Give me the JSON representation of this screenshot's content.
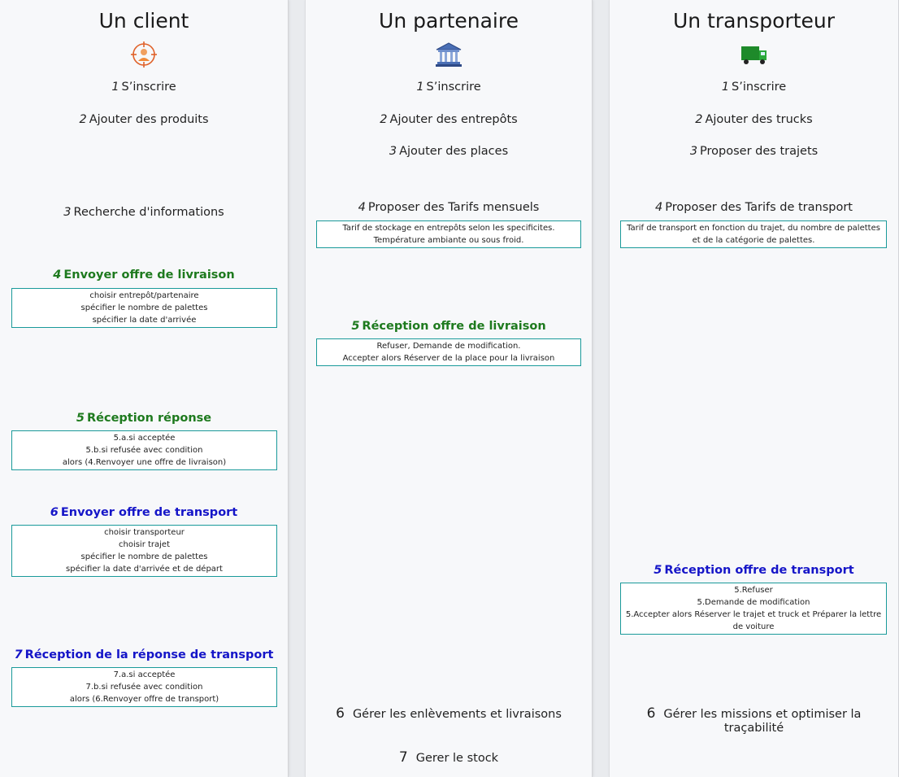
{
  "columns": {
    "client": {
      "title": "Un client",
      "icon": "target-person-icon",
      "steps": [
        {
          "num": "1",
          "label": "S’inscrire"
        },
        {
          "num": "2",
          "label": "Ajouter des produits"
        },
        {
          "num": "3",
          "label": "Recherche d'informations"
        },
        {
          "num": "4",
          "label": "Envoyer offre de livraison",
          "details": [
            "choisir entrepôt/partenaire",
            "spécifier le nombre de palettes",
            "spécifier la date d'arrivée"
          ]
        },
        {
          "num": "5",
          "label": "Réception réponse",
          "details": [
            "5.a.si acceptée",
            "5.b.si refusée avec condition",
            "alors (4.Renvoyer une offre de livraison)"
          ]
        },
        {
          "num": "6",
          "label": "Envoyer offre de transport",
          "details": [
            "choisir transporteur",
            "choisir trajet",
            "spécifier le nombre de palettes",
            "spécifier la date d'arrivée et de départ"
          ]
        },
        {
          "num": "7",
          "label": "Réception de la réponse de transport",
          "details": [
            "7.a.si acceptée",
            "7.b.si refusée avec condition",
            "alors (6.Renvoyer offre de transport)"
          ]
        }
      ]
    },
    "partner": {
      "title": "Un partenaire",
      "icon": "bank-building-icon",
      "steps": [
        {
          "num": "1",
          "label": "S’inscrire"
        },
        {
          "num": "2",
          "label": "Ajouter des entrepôts"
        },
        {
          "num": "3",
          "label": "Ajouter des places"
        },
        {
          "num": "4",
          "label": "Proposer des Tarifs mensuels",
          "details": [
            "Tarif de stockage en entrepôts selon les specificites.",
            "Température ambiante ou sous froid."
          ]
        },
        {
          "num": "5",
          "label": "Réception offre de livraison",
          "details": [
            "Refuser, Demande de modification.",
            "Accepter alors Réserver de la place pour la livraison"
          ]
        },
        {
          "num": "6",
          "label": "Gérer les enlèvements et livraisons"
        },
        {
          "num": "7",
          "label": "Gerer le stock"
        }
      ]
    },
    "transporter": {
      "title": "Un transporteur",
      "icon": "truck-icon",
      "steps": [
        {
          "num": "1",
          "label": "S’inscrire"
        },
        {
          "num": "2",
          "label": "Ajouter des trucks"
        },
        {
          "num": "3",
          "label": "Proposer des trajets"
        },
        {
          "num": "4",
          "label": "Proposer des Tarifs de transport",
          "details": [
            "Tarif de transport en fonction du trajet, du nombre de palettes et de la catégorie de palettes."
          ]
        },
        {
          "num": "5",
          "label": "Réception offre de transport",
          "details": [
            "5.Refuser",
            "5.Demande de modification",
            "5.Accepter alors Réserver le trajet et truck et Préparer la lettre de voiture"
          ]
        },
        {
          "num": "6",
          "label": "Gérer les missions et optimiser la traçabilité"
        }
      ]
    }
  },
  "colors": {
    "green": "#1e7a1e",
    "blue": "#1515c8",
    "box_border": "#1a9a9a"
  }
}
